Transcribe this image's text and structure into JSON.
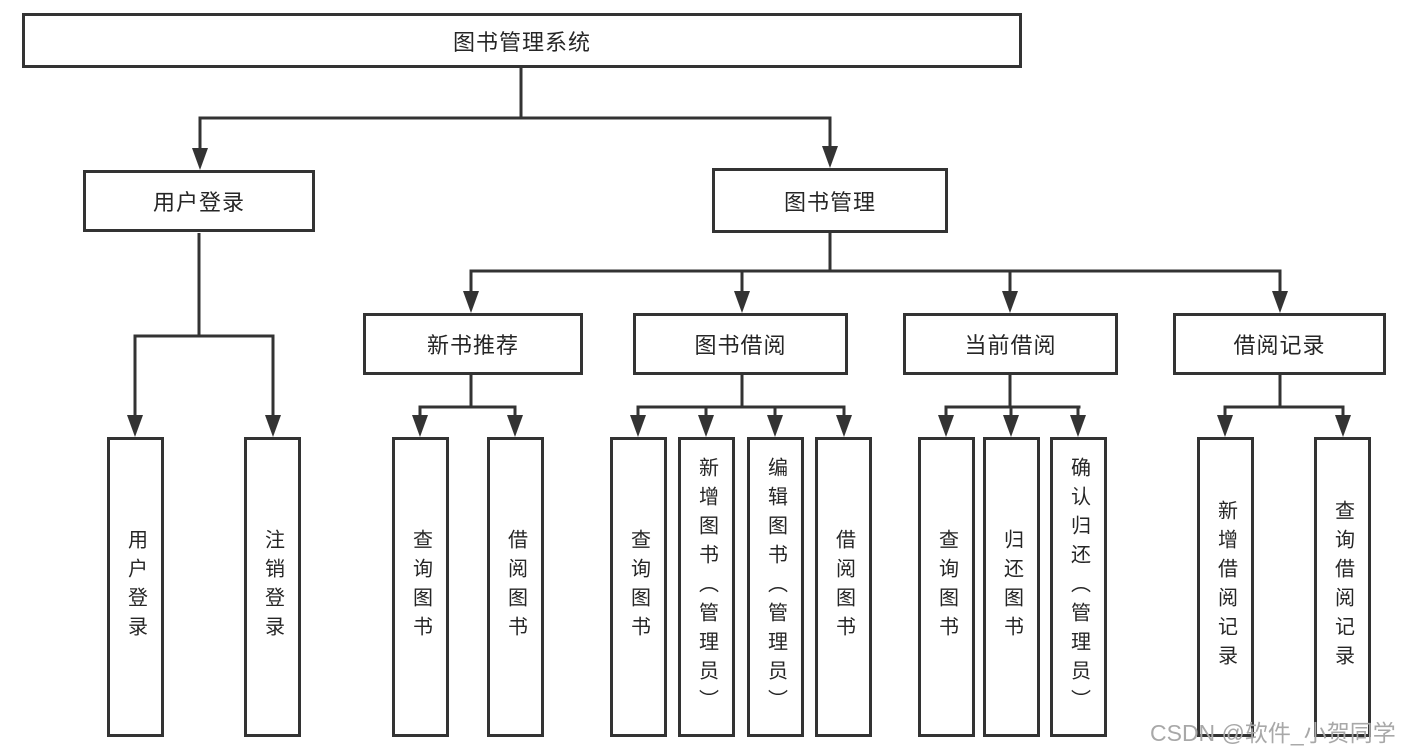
{
  "colors": {
    "background": "#ffffff",
    "line": "#333333",
    "text": "#262626",
    "watermark": "#a8a8a8"
  },
  "watermark": {
    "text": "CSDN @软件_小贺同学"
  },
  "tree": {
    "root": {
      "label": "图书管理系统"
    },
    "branches": [
      {
        "label": "用户登录",
        "children": [
          {
            "label": "用户登录"
          },
          {
            "label": "注销登录"
          }
        ]
      },
      {
        "label": "图书管理",
        "children": [
          {
            "label": "新书推荐",
            "children": [
              {
                "label": "查询图书"
              },
              {
                "label": "借阅图书"
              }
            ]
          },
          {
            "label": "图书借阅",
            "children": [
              {
                "label": "查询图书"
              },
              {
                "label": "新增图书（管理员）"
              },
              {
                "label": "编辑图书（管理员）"
              },
              {
                "label": "借阅图书"
              }
            ]
          },
          {
            "label": "当前借阅",
            "children": [
              {
                "label": "查询图书"
              },
              {
                "label": "归还图书"
              },
              {
                "label": "确认归还（管理员）"
              }
            ]
          },
          {
            "label": "借阅记录",
            "children": [
              {
                "label": "新增借阅记录"
              },
              {
                "label": "查询借阅记录"
              }
            ]
          }
        ]
      }
    ]
  }
}
